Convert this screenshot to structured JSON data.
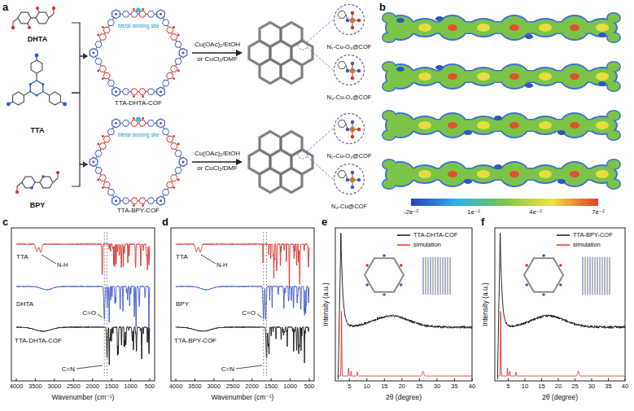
{
  "diagram": {
    "nodes": [
      {
        "text": [
          "DHTA"
        ]
      },
      {
        "text": [
          "TTA"
        ]
      },
      {
        "text": [
          "BPY"
        ]
      },
      {
        "text": [
          "Metal binding site",
          "TTA-DHTA-COF"
        ]
      },
      {
        "text": [
          "N₁-Cu-O₃@COF"
        ]
      },
      {
        "text": [
          "N₃-Cu-O₁@COF"
        ]
      },
      {
        "text": [
          "Metal binding site",
          "TTA-BPY-COF"
        ]
      },
      {
        "text": [
          "N₂-Cu-O₂@COF"
        ]
      },
      {
        "text": [
          "N₄-Cu@COF"
        ]
      }
    ],
    "edges": [
      {
        "from": 0,
        "to": 3,
        "arrow": "to"
      },
      {
        "from": 1,
        "to": 3,
        "arrow": "to"
      },
      {
        "from": 1,
        "to": 6,
        "arrow": "to"
      },
      {
        "from": 2,
        "to": 6,
        "arrow": "to"
      }
    ],
    "labels": [
      "a",
      "b",
      "Cu(OAc)₂/EtOH",
      "or CuCl₂/DMF",
      "Cu(OAc)₂/EtOH",
      "or CuCl₂/DMF",
      "-2e⁻²",
      "1e⁻²",
      "4e⁻²",
      "7e⁻²",
      "c",
      "d",
      "e",
      "f",
      "TTA",
      "N-H",
      "DHTA",
      "C=O",
      "TTA-DHTA-COF",
      "C=N",
      "4000",
      "3500",
      "3000",
      "2500",
      "2000",
      "1500",
      "1000",
      "500",
      "Wavenumber (cm⁻¹)",
      "TTA",
      "N-H",
      "BPY",
      "C=O",
      "TTA-BPY-COF",
      "C=N",
      "4000",
      "3500",
      "3000",
      "2500",
      "2000",
      "1500",
      "1000",
      "500",
      "Wavenumber (cm⁻¹)",
      "Intensity (a.u.)",
      "5",
      "10",
      "15",
      "20",
      "25",
      "30",
      "35",
      "40",
      "2θ (degree)",
      "Intensity (a.u.)",
      "5",
      "10",
      "15",
      "20",
      "25",
      "30",
      "35",
      "40",
      "2θ (degree)"
    ],
    "legend": [
      {
        "text": "TTA-DHTA-COF"
      },
      {
        "text": "simulation"
      },
      {
        "text": "TTA-BPY-COF"
      },
      {
        "text": "simulation"
      }
    ]
  }
}
